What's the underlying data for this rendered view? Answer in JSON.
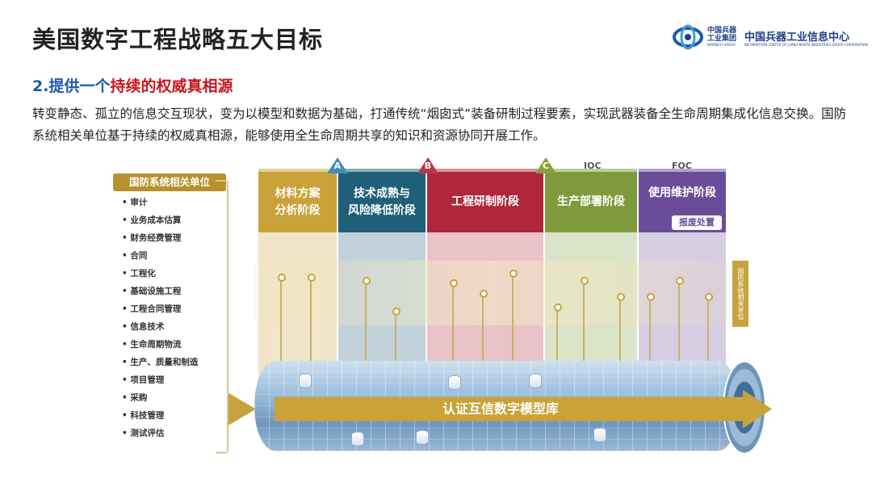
{
  "title": "美国数字工程战略五大目标",
  "logo": {
    "org_short_line1": "中国兵器",
    "org_short_line2": "工业集团",
    "org_full": "中国兵器工业信息中心",
    "org_en_short": "NORINCO GROUP",
    "org_en_full": "INFORMATION CENTER OF CHINA NORTH INDUSTRIES GROUP CORPORATION"
  },
  "subtitle_prefix": "2.提供一个",
  "subtitle_highlight": "持续的权威真相源",
  "paragraph": "转变静态、孤立的信息交互现状，变为以模型和数据为基础，打通传统“烟囱式”装备研制过程要素，实现武器装备全生命周期集成化信息交换。国防系统相关单位基于持续的权威真相源，能够使用全生命周期共享的知识和资源协同开展工作。",
  "diagram": {
    "left_panel_title": "国防系统相关单位",
    "units": [
      "审计",
      "业务成本估算",
      "财务经费管理",
      "合同",
      "工程化",
      "基础设施工程",
      "工程合同管理",
      "信息技术",
      "生命周期物流",
      "生产、质量和制造",
      "项目管理",
      "采购",
      "科技管理",
      "测试评估"
    ],
    "milestones": [
      {
        "label": "A",
        "color": "#3e8fb5"
      },
      {
        "label": "B",
        "color": "#c0344b"
      },
      {
        "label": "C",
        "color": "#8aa03a"
      }
    ],
    "milestone_texts": [
      "IOC",
      "FOC"
    ],
    "phases": [
      {
        "label_line1": "材料方案",
        "label_line2": "分析阶段",
        "color": "#c9a23a"
      },
      {
        "label_line1": "技术成熟与",
        "label_line2": "风险降低阶段",
        "color": "#1f5f7a"
      },
      {
        "label_line1": "工程研制阶段",
        "label_line2": "",
        "color": "#b0263a"
      },
      {
        "label_line1": "生产部署阶段",
        "label_line2": "",
        "color": "#7f9a3a"
      },
      {
        "label_line1": "使用维护阶段",
        "label_line2": "",
        "color": "#6b4c99"
      }
    ],
    "disposal_label": "报废处置",
    "side_label": "国防系统相关单位",
    "repository_label": "认证互信数字模型库"
  }
}
